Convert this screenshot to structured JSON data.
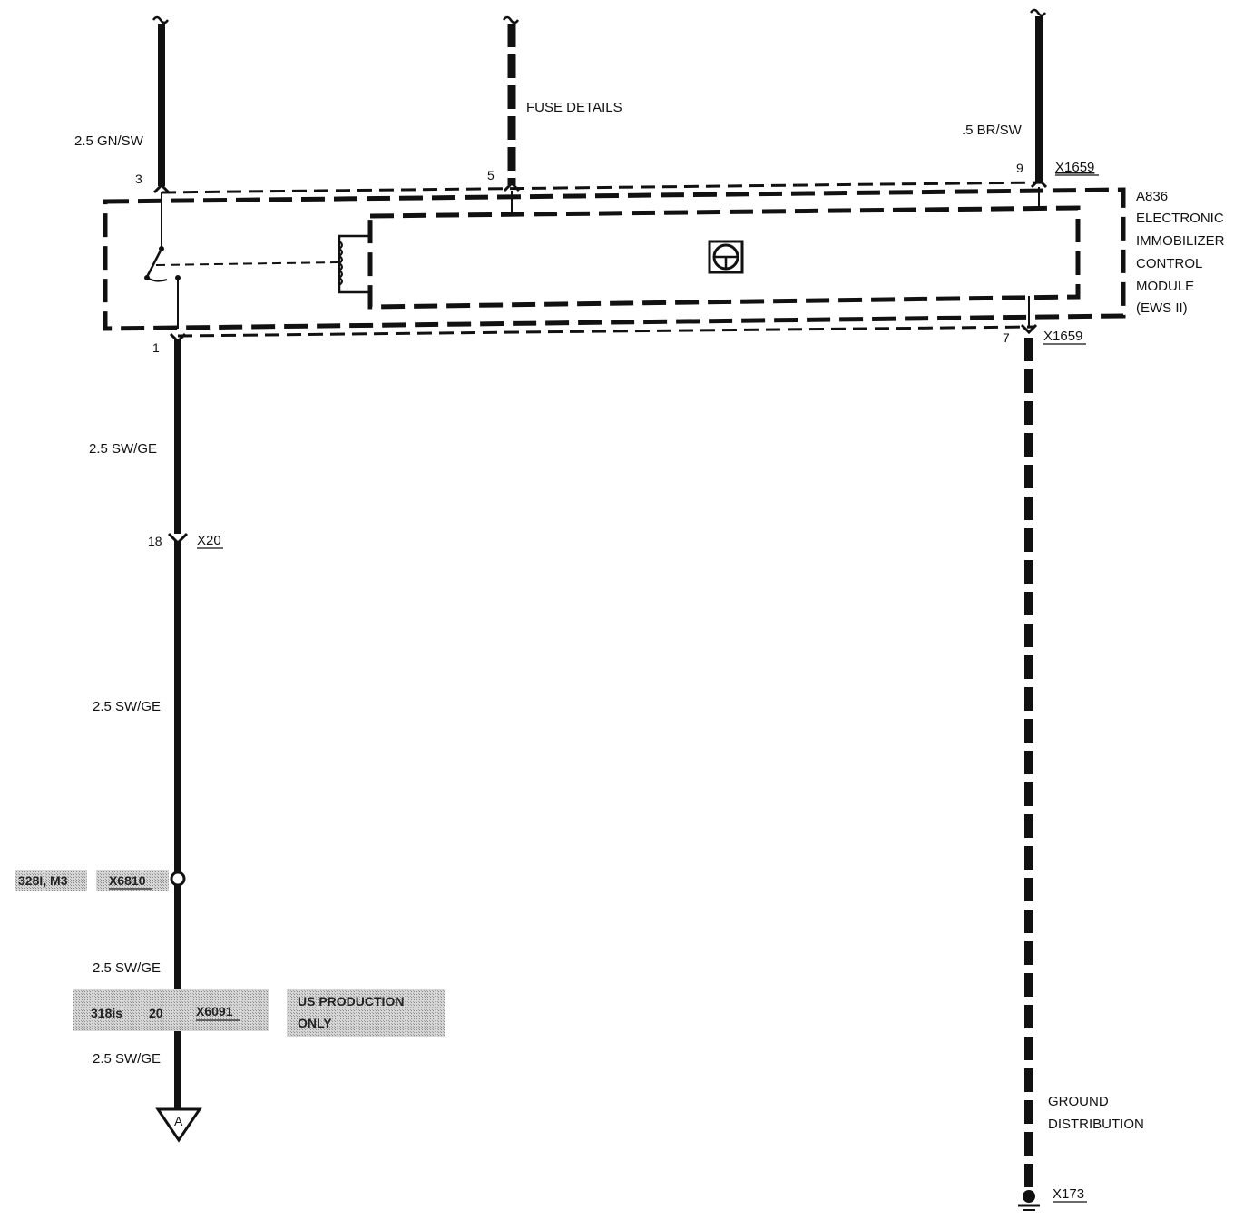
{
  "wires": {
    "top_left": "2.5 GN/SW",
    "top_right": ".5 BR/SW",
    "left_1": "2.5 SW/GE",
    "left_2": "2.5 SW/GE",
    "left_3": "2.5 SW/GE",
    "left_4": "2.5 SW/GE"
  },
  "fuse_details": "FUSE DETAILS",
  "pins": {
    "p3": "3",
    "p5": "5",
    "p9": "9",
    "p1": "1",
    "p7": "7",
    "p18": "18"
  },
  "connectors": {
    "x1659_top": "X1659",
    "x1659_bottom": "X1659",
    "x20": "X20",
    "x173": "X173"
  },
  "module": {
    "id": "A836",
    "line1": "ELECTRONIC",
    "line2": "IMMOBILIZER",
    "line3": "CONTROL",
    "line4": "MODULE",
    "line5": "(EWS II)"
  },
  "shaded": {
    "model_label": "328I, M3",
    "splice_label": "X6810",
    "variant_label": "318is",
    "variant_pin": "20",
    "variant_conn": "X6091",
    "note_line1": "US PRODUCTION",
    "note_line2": "ONLY"
  },
  "ground": {
    "line1": "GROUND",
    "line2": "DISTRIBUTION"
  },
  "offpage": {
    "arrow_letter": "A"
  }
}
